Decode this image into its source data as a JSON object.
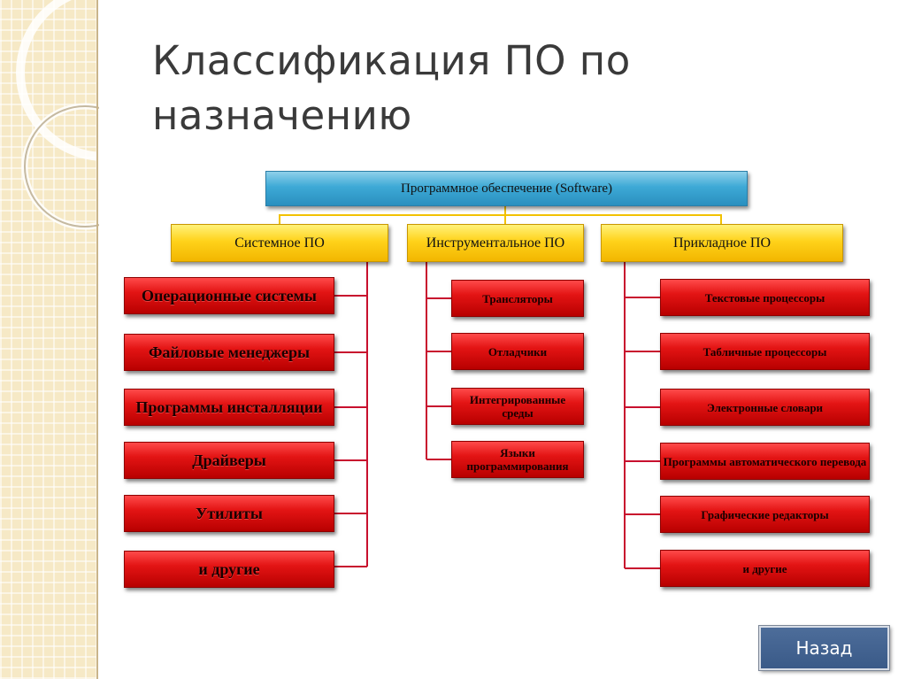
{
  "slide": {
    "title_line1": "Классификация ПО по",
    "title_line2": "назначению"
  },
  "diagram": {
    "root": "Программное обеспечение (Software)",
    "categories": {
      "system": "Системное ПО",
      "tools": "Инструментальное ПО",
      "applied": "Прикладное ПО"
    },
    "system_items": [
      "Операционные системы",
      "Файловые менеджеры",
      "Программы инсталляции",
      "Драйверы",
      "Утилиты",
      "и другие"
    ],
    "tools_items": [
      "Трансляторы",
      "Отладчики",
      "Интегрированные среды",
      "Языки программирования"
    ],
    "applied_items": [
      "Текстовые процессоры",
      "Табличные процессоры",
      "Электронные словари",
      "Программы автоматического перевода",
      "Графические редакторы",
      "и другие"
    ],
    "colors": {
      "root": "#3da9d6",
      "category": "#ffd21a",
      "leaf": "#e31414",
      "connector": "#c8102e"
    }
  },
  "nav": {
    "back_label": "Назад"
  }
}
